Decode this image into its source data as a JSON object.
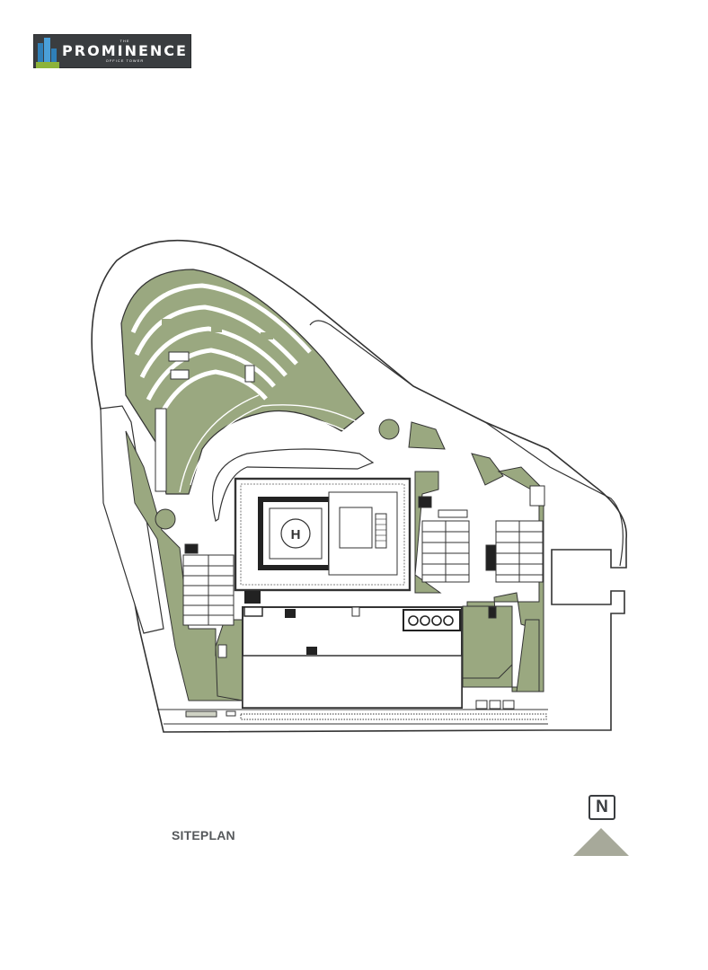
{
  "logo": {
    "prefix": "THE",
    "name": "PROMINENCE",
    "subtitle": "OFFICE TOWER",
    "colors": {
      "background": "#3a3d40",
      "tower_blue": "#4a9fd8",
      "grass": "#8db33a"
    }
  },
  "siteplan": {
    "helipad_letter": "H",
    "colors": {
      "landscape": "#9aa880",
      "outline": "#333333",
      "paper": "#ffffff"
    }
  },
  "caption": "SITEPLAN",
  "compass": {
    "letter": "N",
    "icon": "north-arrow-icon",
    "color": "#a7a99a"
  }
}
